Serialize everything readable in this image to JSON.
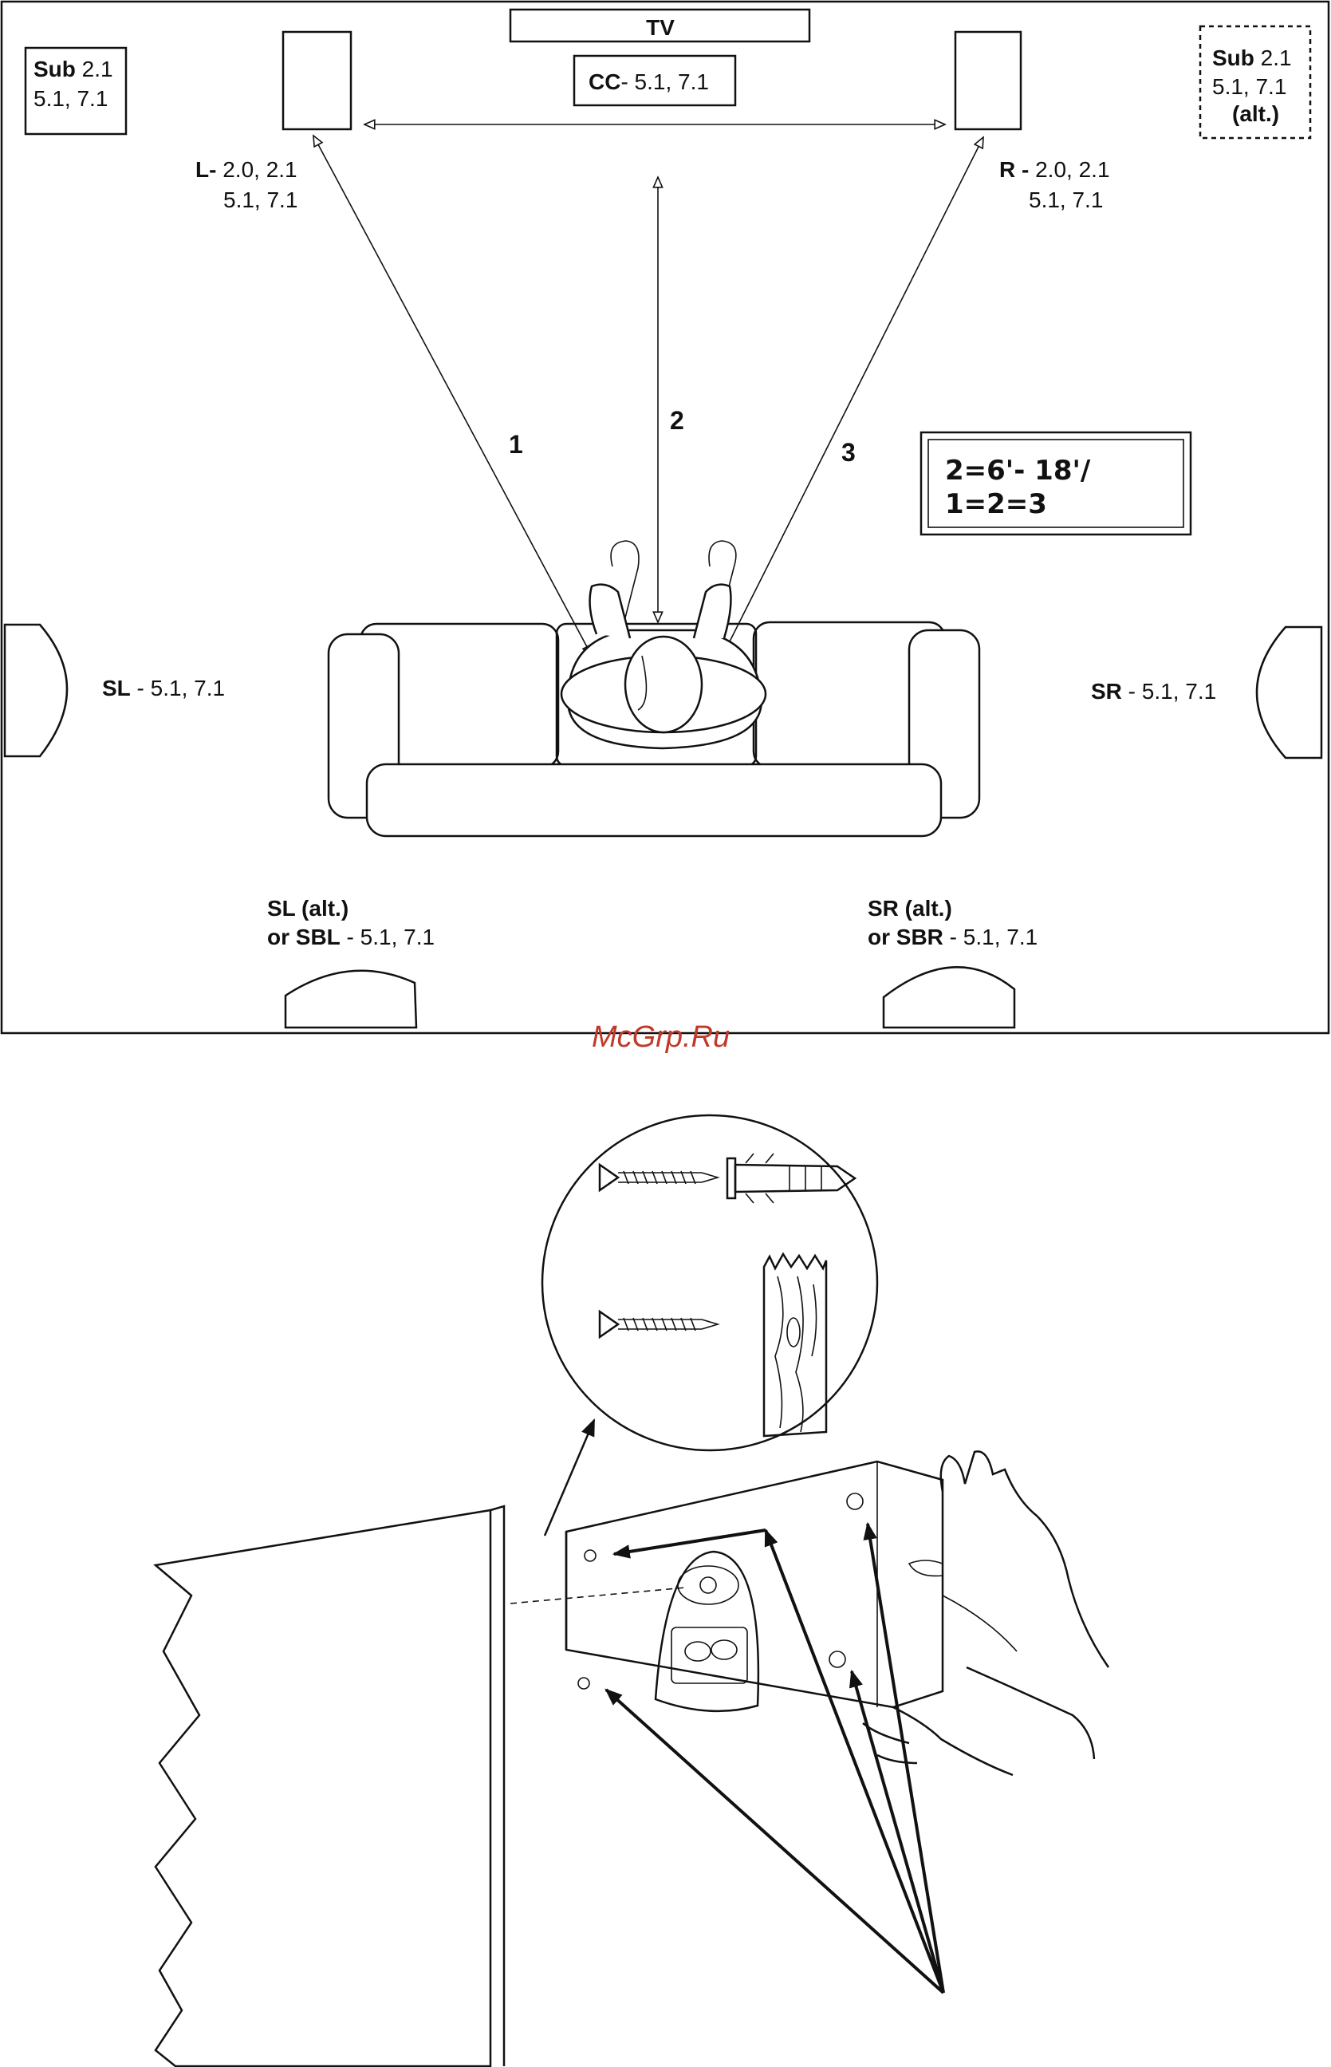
{
  "diagram": {
    "tv": "TV",
    "center": {
      "name": "CC",
      "sep": "-",
      "configs": " 5.1, 7.1"
    },
    "sub_left": {
      "name": "Sub",
      "line1": " 2.1",
      "line2": "5.1, 7.1"
    },
    "sub_right": {
      "name": "Sub",
      "line1": " 2.1",
      "line2": "5.1, 7.1",
      "line3": "(alt.)"
    },
    "left": {
      "name": "L-",
      "line1": " 2.0, 2.1",
      "line2": "5.1, 7.1"
    },
    "right": {
      "name": "R -",
      "line1": " 2.0, 2.1",
      "line2": "5.1, 7.1"
    },
    "surround_left": {
      "name": "SL",
      "configs": " - 5.1, 7.1"
    },
    "surround_right": {
      "name": "SR",
      "configs": " - 5.1, 7.1"
    },
    "surround_back_left": {
      "line1": "SL (alt.)",
      "line2_name": "or SBL",
      "line2_configs": " - 5.1, 7.1"
    },
    "surround_back_right": {
      "line1": "SR (alt.)",
      "line2_name": "or SBR",
      "line2_configs": " - 5.1, 7.1"
    },
    "distances": {
      "d1": "1",
      "d2": "2",
      "d3": "3"
    },
    "rule": {
      "line1": "2=6'- 18'/",
      "line2": "1=2=3"
    }
  },
  "watermark": "McGrp.Ru",
  "icons": {
    "speaker": "speaker-icon",
    "sofa": "sofa-icon",
    "listener": "listener-icon",
    "screw": "screw-icon",
    "wall_anchor": "wall-anchor-icon",
    "wood_stud": "wood-stud-icon",
    "hand": "hand-icon"
  }
}
